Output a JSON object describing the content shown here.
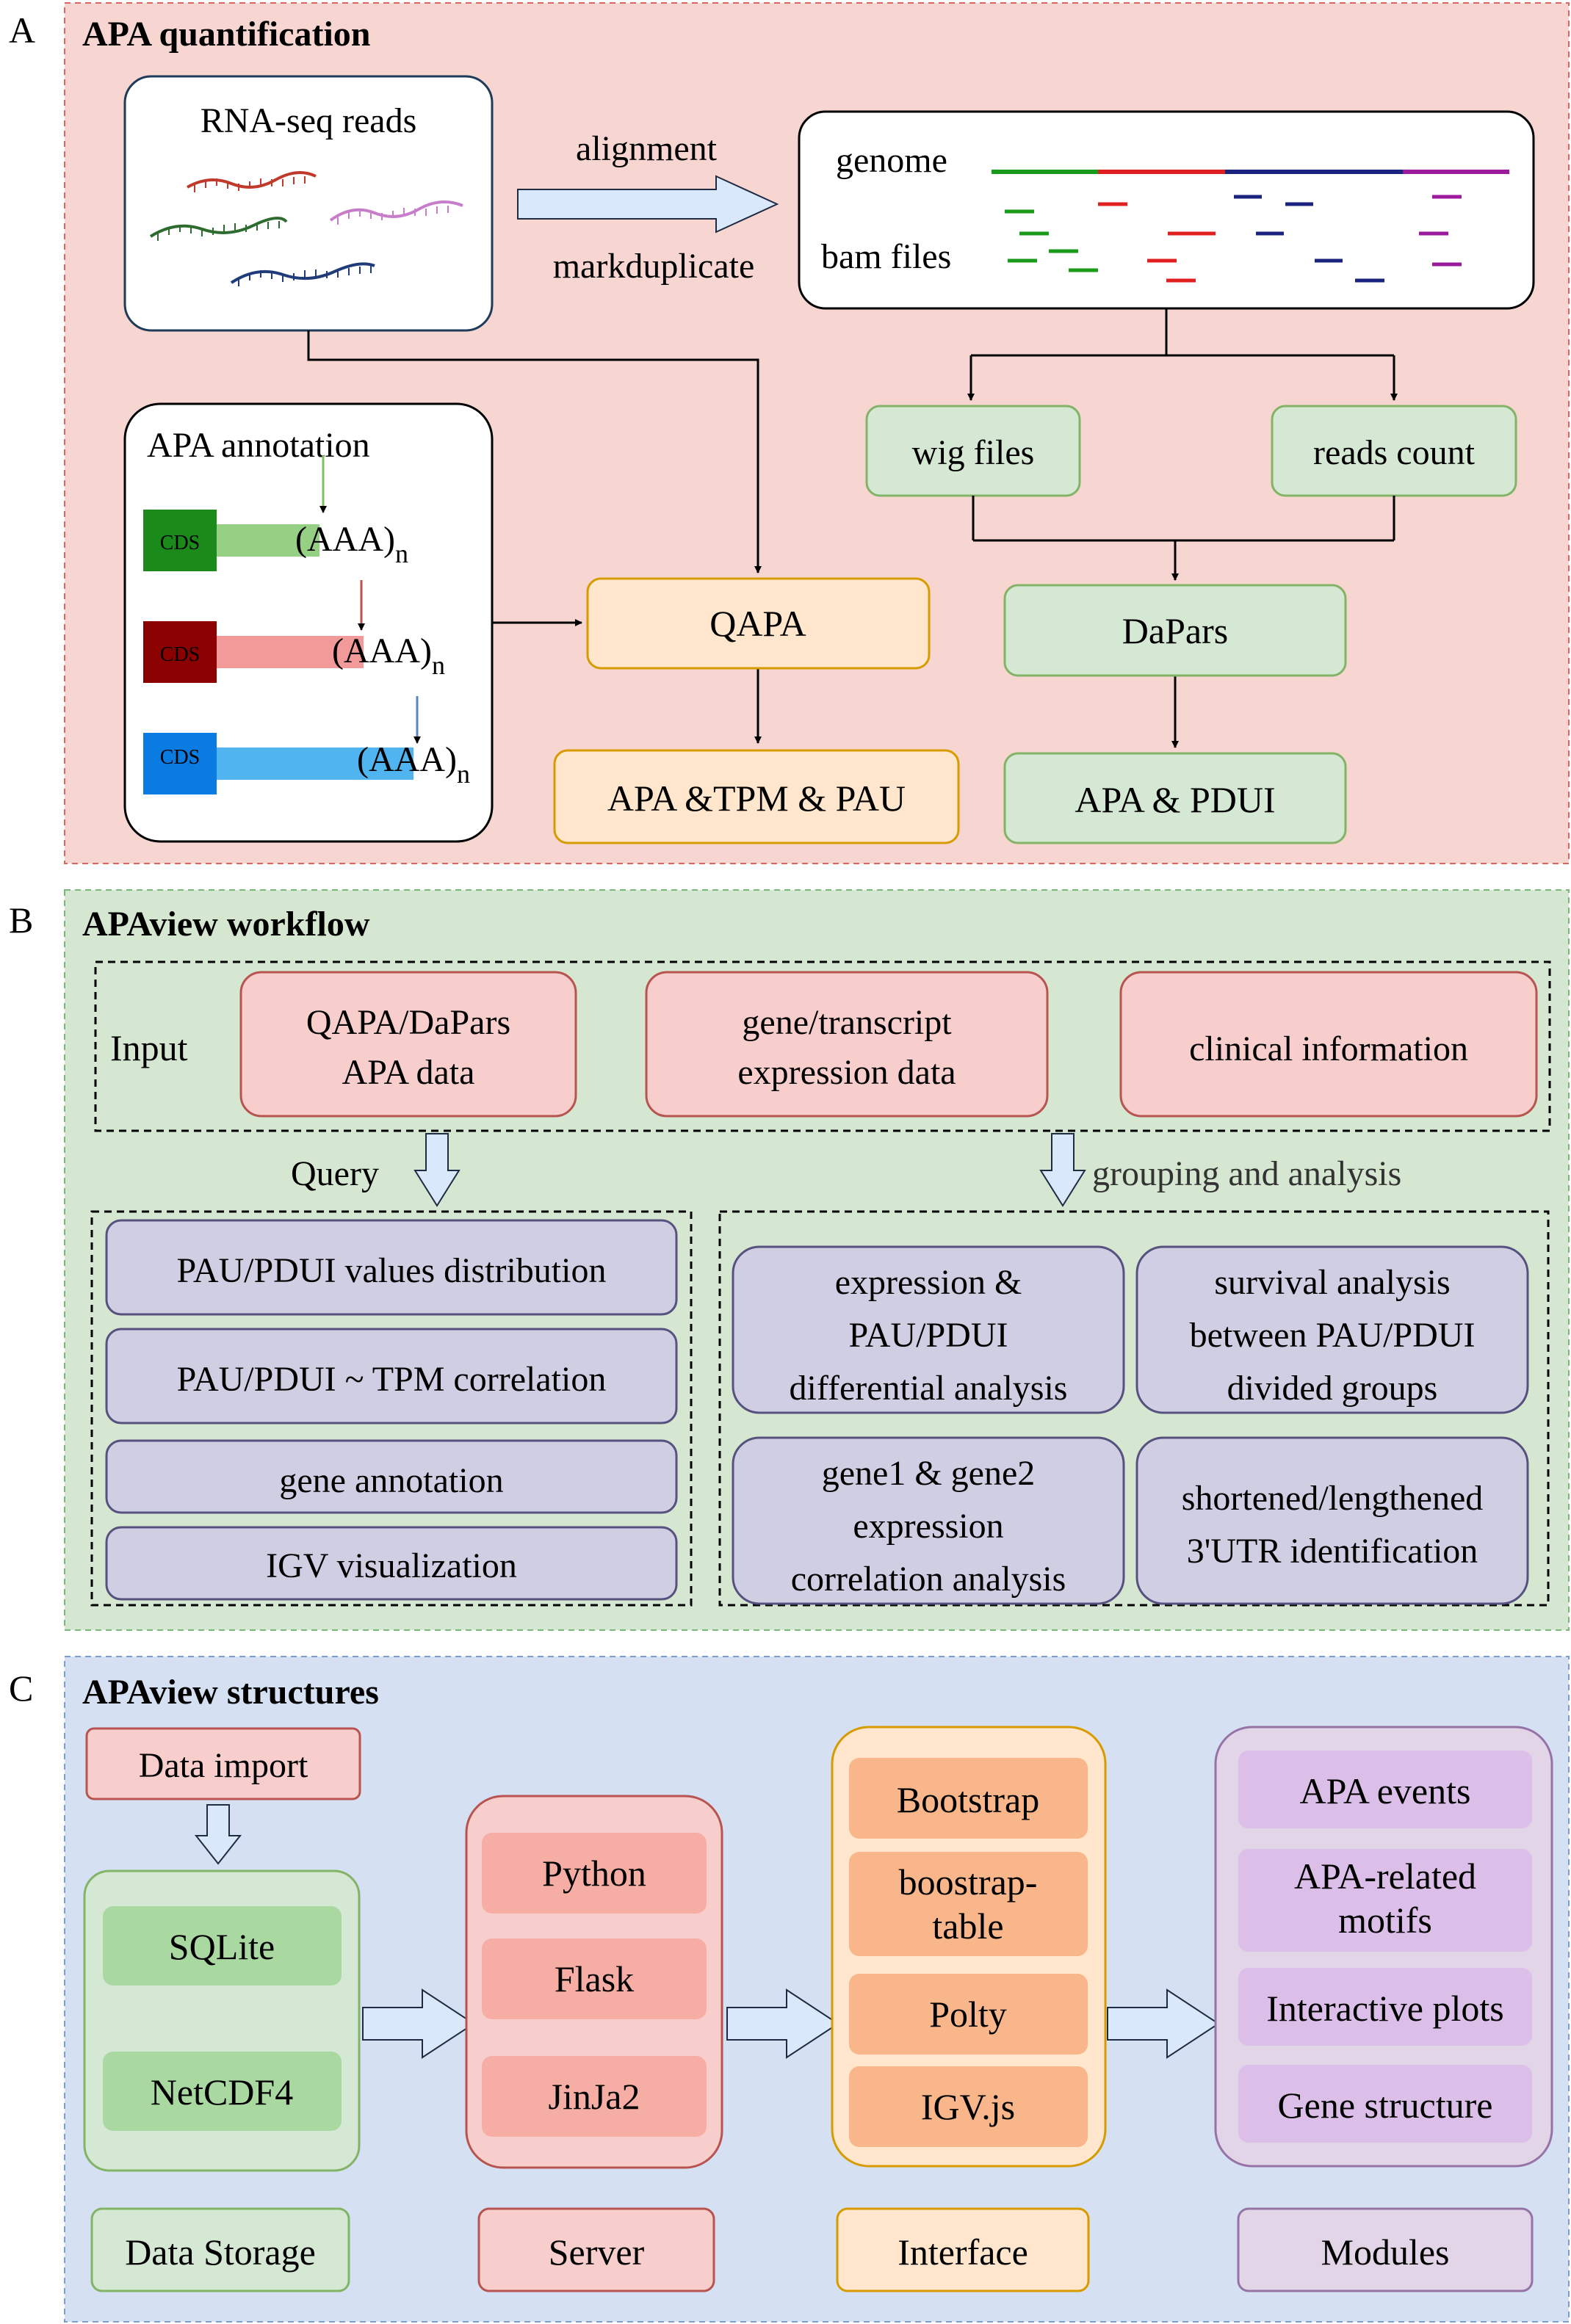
{
  "panels": {
    "a": {
      "letter": "A",
      "title": "APA quantification",
      "bg": "#f7d5d1",
      "border": "#d9665f"
    },
    "b": {
      "letter": "B",
      "title": "APAview workflow",
      "bg": "#d5e7d1",
      "border": "#7ab87a"
    },
    "c": {
      "letter": "C",
      "title": "APAview structures",
      "bg": "#d5e1f3",
      "border": "#7a9fd0"
    }
  },
  "a": {
    "rnaseq": {
      "title": "RNA-seq  reads"
    },
    "arrow": {
      "top": "alignment",
      "bottom": "markduplicate"
    },
    "genome_box": {
      "genome": "genome",
      "bam": "bam files"
    },
    "wig": "wig files",
    "reads_count": "reads count",
    "annotation": {
      "title": "APA annotation",
      "rows": [
        {
          "cds": "CDS",
          "tail": "(AAA)",
          "sub": "n"
        },
        {
          "cds": "CDS",
          "tail": "(AAA)",
          "sub": "n"
        },
        {
          "cds": "CDS",
          "tail": "(AAA)",
          "sub": "n"
        }
      ]
    },
    "qapa": "QAPA",
    "dapars": "DaPars",
    "qapa_out": "APA &TPM & PAU",
    "dapars_out": "APA & PDUI"
  },
  "b": {
    "input_label": "Input",
    "inputs": [
      {
        "line1": "QAPA/DaPars",
        "line2": "APA data"
      },
      {
        "line1": "gene/transcript",
        "line2": "expression data"
      },
      {
        "line1": "clinical information"
      }
    ],
    "query_label": "Query",
    "grouping_label": "grouping and analysis",
    "query_items": [
      "PAU/PDUI values distribution",
      "PAU/PDUI ~ TPM correlation",
      "gene annotation",
      "IGV visualization"
    ],
    "analysis_items": [
      {
        "lines": [
          "expression &",
          "PAU/PDUI",
          "differential analysis"
        ]
      },
      {
        "lines": [
          "survival analysis",
          "between PAU/PDUI",
          "divided groups"
        ]
      },
      {
        "lines": [
          "gene1 & gene2",
          "expression",
          "correlation analysis"
        ]
      },
      {
        "lines": [
          "shortened/lengthened",
          "3'UTR identification"
        ]
      }
    ]
  },
  "c": {
    "data_import": "Data import",
    "storage": [
      "SQLite",
      "NetCDF4"
    ],
    "server": [
      "Python",
      "Flask",
      "JinJa2"
    ],
    "interface": [
      "Bootstrap",
      "boostrap-\ntable",
      "Polty",
      "IGV.js"
    ],
    "modules": [
      "APA events",
      "APA-related\nmotifs",
      "Interactive plots",
      "Gene structure"
    ],
    "labels": [
      "Data Storage",
      "Server",
      "Interface",
      "Modules"
    ]
  },
  "colors": {
    "green_fill": "#d5e8d4",
    "green_stroke": "#82b366",
    "orange_fill": "#ffe6cc",
    "orange_stroke": "#d79b00",
    "red_fill": "#f8cecc",
    "red_stroke": "#b85450",
    "purple_fill": "#d0cee2",
    "purple_stroke": "#56517e",
    "arrow_fill": "#dae8fc"
  }
}
